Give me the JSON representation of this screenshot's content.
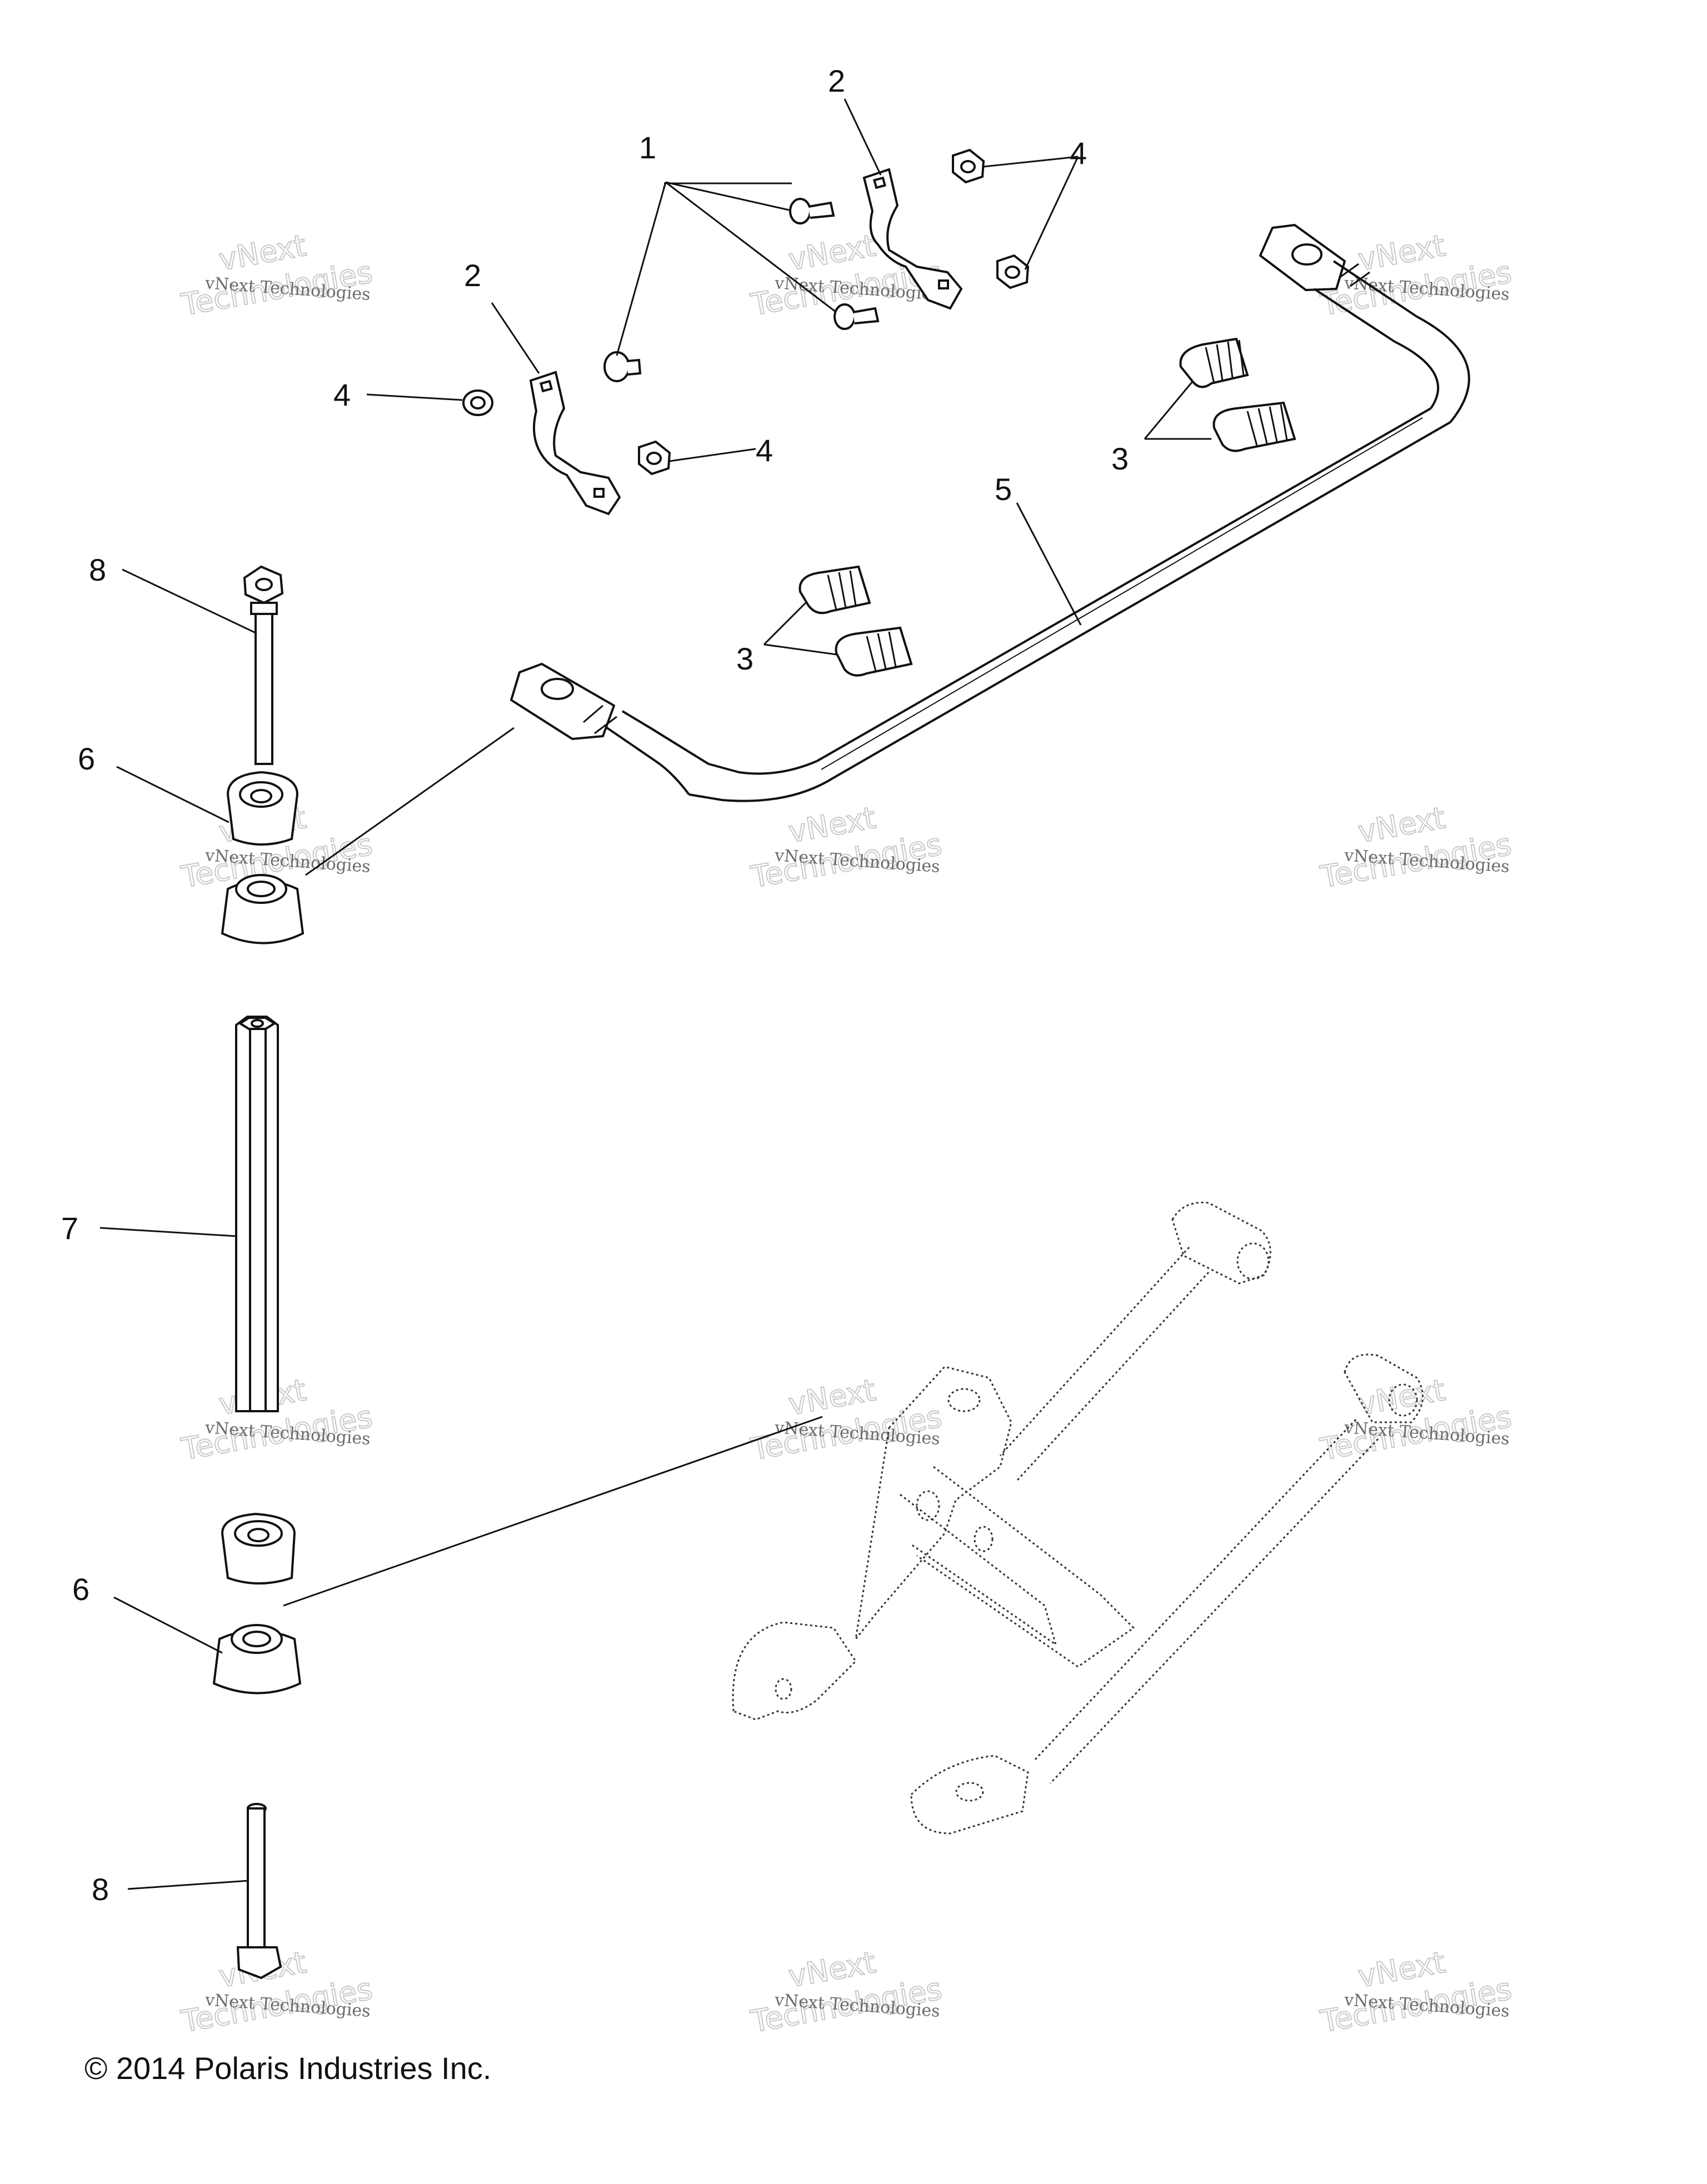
{
  "callouts": {
    "c1": "1",
    "c2a": "2",
    "c2b": "2",
    "c3a": "3",
    "c3b": "3",
    "c4a": "4",
    "c4b": "4",
    "c4c": "4",
    "c5": "5",
    "c6a": "6",
    "c6b": "6",
    "c7": "7",
    "c8a": "8",
    "c8b": "8"
  },
  "watermark": {
    "line1": "vNext Technologies",
    "line2": "Technologies",
    "line3": "vNext"
  },
  "footer": {
    "copyright": "© 2014 Polaris Industries Inc."
  }
}
